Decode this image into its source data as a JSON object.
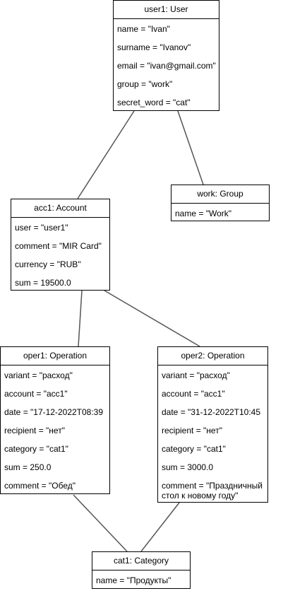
{
  "objects": {
    "user1": {
      "title": "user1: User",
      "attributes": [
        "name = \"Ivan\"",
        "surname = \"Ivanov\"",
        "email = \"ivan@gmail.com\"",
        "group = \"work\"",
        "secret_word = \"cat\""
      ]
    },
    "work": {
      "title": "work: Group",
      "attributes": [
        "name = \"Work\""
      ]
    },
    "acc1": {
      "title": "acc1: Account",
      "attributes": [
        "user = \"user1\"",
        "comment = \"MIR Card\"",
        "currency = \"RUB\"",
        "sum = 19500.0"
      ]
    },
    "oper1": {
      "title": "oper1: Operation",
      "attributes": [
        "variant = \"расход\"",
        "account = \"acc1\"",
        "date = \"17-12-2022T08:39",
        "recipient = \"нет\"",
        "category = \"cat1\"",
        "sum = 250.0",
        "comment = \"Обед\""
      ]
    },
    "oper2": {
      "title": "oper2: Operation",
      "attributes": [
        "variant = \"расход\"",
        "account = \"acc1\"",
        "date = \"31-12-2022T10:45",
        "recipient = \"нет\"",
        "category = \"cat1\"",
        "sum = 3000.0",
        "comment = \"Праздничный стол к новому году\""
      ]
    },
    "cat1": {
      "title": "cat1: Category",
      "attributes": [
        "name = \"Продукты\""
      ]
    }
  },
  "links": [
    {
      "from": "user1",
      "to": "acc1"
    },
    {
      "from": "user1",
      "to": "work"
    },
    {
      "from": "acc1",
      "to": "oper1"
    },
    {
      "from": "acc1",
      "to": "oper2"
    },
    {
      "from": "oper1",
      "to": "cat1"
    },
    {
      "from": "oper2",
      "to": "cat1"
    }
  ]
}
